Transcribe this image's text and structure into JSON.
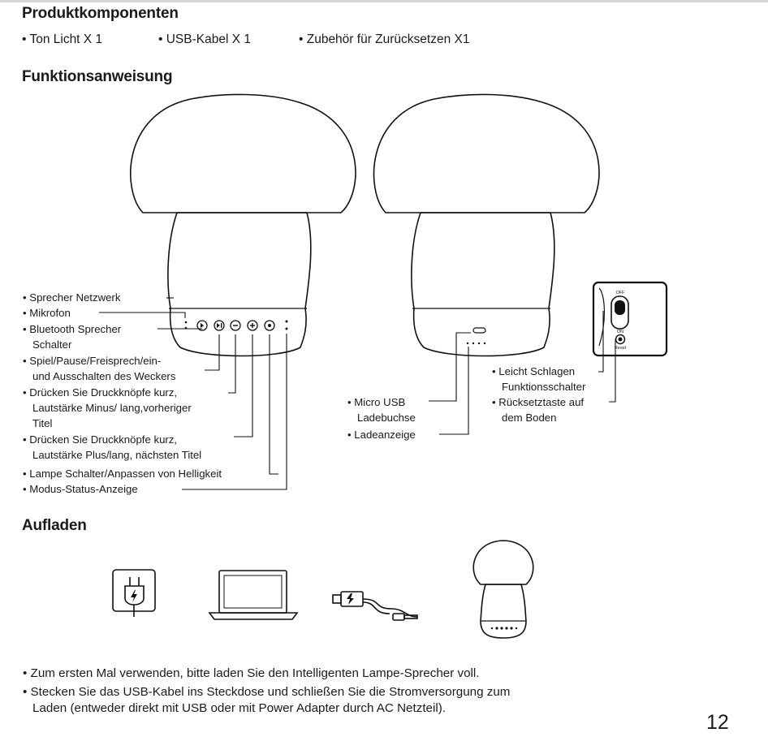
{
  "headings": {
    "components": "Produktkomponenten",
    "function": "Funktionsanweisung",
    "charging": "Aufladen"
  },
  "components": [
    "• Ton Licht X 1",
    "• USB-Kabel X 1",
    "• Zubehör für Zurücksetzen X1"
  ],
  "front_labels": [
    "• Sprecher Netzwerk",
    "• Mikrofon",
    "• Bluetooth Sprecher",
    "Schalter",
    "• Spiel/Pause/Freisprech/ein-",
    "und Ausschalten des Weckers",
    "• Drücken Sie Druckknöpfe kurz,",
    "Lautstärke Minus/ lang,vorheriger",
    "Titel",
    "• Drücken Sie Druckknöpfe kurz,",
    "Lautstärke Plus/lang, nächsten Titel",
    "• Lampe Schalter/Anpassen von Helligkeit",
    "• Modus-Status-Anzeige"
  ],
  "back_labels": [
    "• Micro USB",
    "Ladebuchse",
    "• Ladeanzeige"
  ],
  "switch_labels": [
    "• Leicht Schlagen",
    "Funktionsschalter",
    "• Rücksetztaste auf",
    "dem Boden"
  ],
  "switch_text": {
    "off": "OFF",
    "on": "ON",
    "reset": "Reset"
  },
  "notes": [
    "• Zum ersten Mal verwenden, bitte laden Sie den Intelligenten Lampe-Sprecher voll.",
    "• Stecken Sie das USB-Kabel ins Steckdose und schließen Sie die Stromversorgung zum",
    "Laden (entweder direkt mit USB oder mit Power Adapter durch AC Netzteil)."
  ],
  "page_number": "12"
}
